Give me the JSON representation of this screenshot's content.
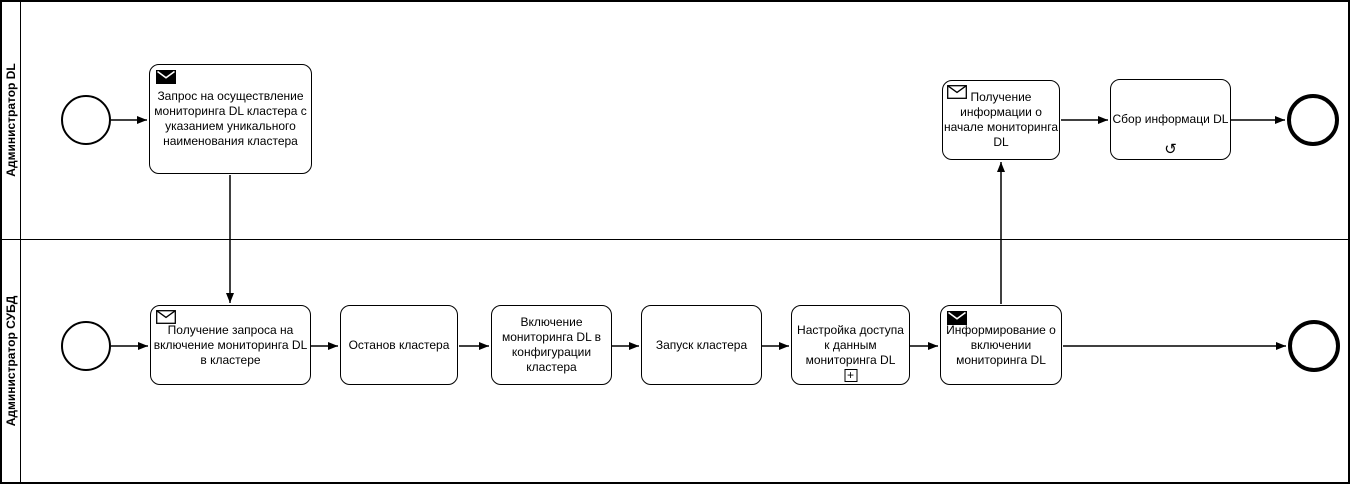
{
  "diagram": {
    "type": "bpmn-process",
    "colors": {
      "stroke": "#000000",
      "fill": "#ffffff"
    },
    "lanes": [
      {
        "label": "Администратор DL"
      },
      {
        "label": "Администратор СУБД"
      }
    ],
    "nodes": {
      "start_dl": {
        "type": "start-event"
      },
      "task_request": {
        "label": "Запрос на осуществление\nмониторинга DL кластера с\nуказанием уникального\nнаименования кластера",
        "icon": "message-send"
      },
      "task_receive_info": {
        "label": "Получение\nинформации о\nначале мониторинга\nDL",
        "icon": "message-receive"
      },
      "task_collect": {
        "label": "Сбор информаци DL",
        "marker": "loop",
        "marker_glyph": "↺"
      },
      "end_dl": {
        "type": "end-event"
      },
      "start_dba": {
        "type": "start-event"
      },
      "task_receive_request": {
        "label": "Получение запроса на\nвключение мониторинга DL\nв кластере",
        "icon": "message-receive"
      },
      "task_stop": {
        "label": "Останов кластера"
      },
      "task_enable": {
        "label": "Включение\nмониторинга DL в\nконфигурации\nкластера"
      },
      "task_start": {
        "label": "Запуск кластера"
      },
      "task_access": {
        "label": "Настройка доступа\nк данным\nмониторинга DL",
        "marker": "subprocess",
        "marker_glyph": "+"
      },
      "task_inform": {
        "label": "Информирование о\nвключении\nмониторинга DL",
        "icon": "message-send"
      },
      "end_dba": {
        "type": "end-event"
      }
    }
  }
}
